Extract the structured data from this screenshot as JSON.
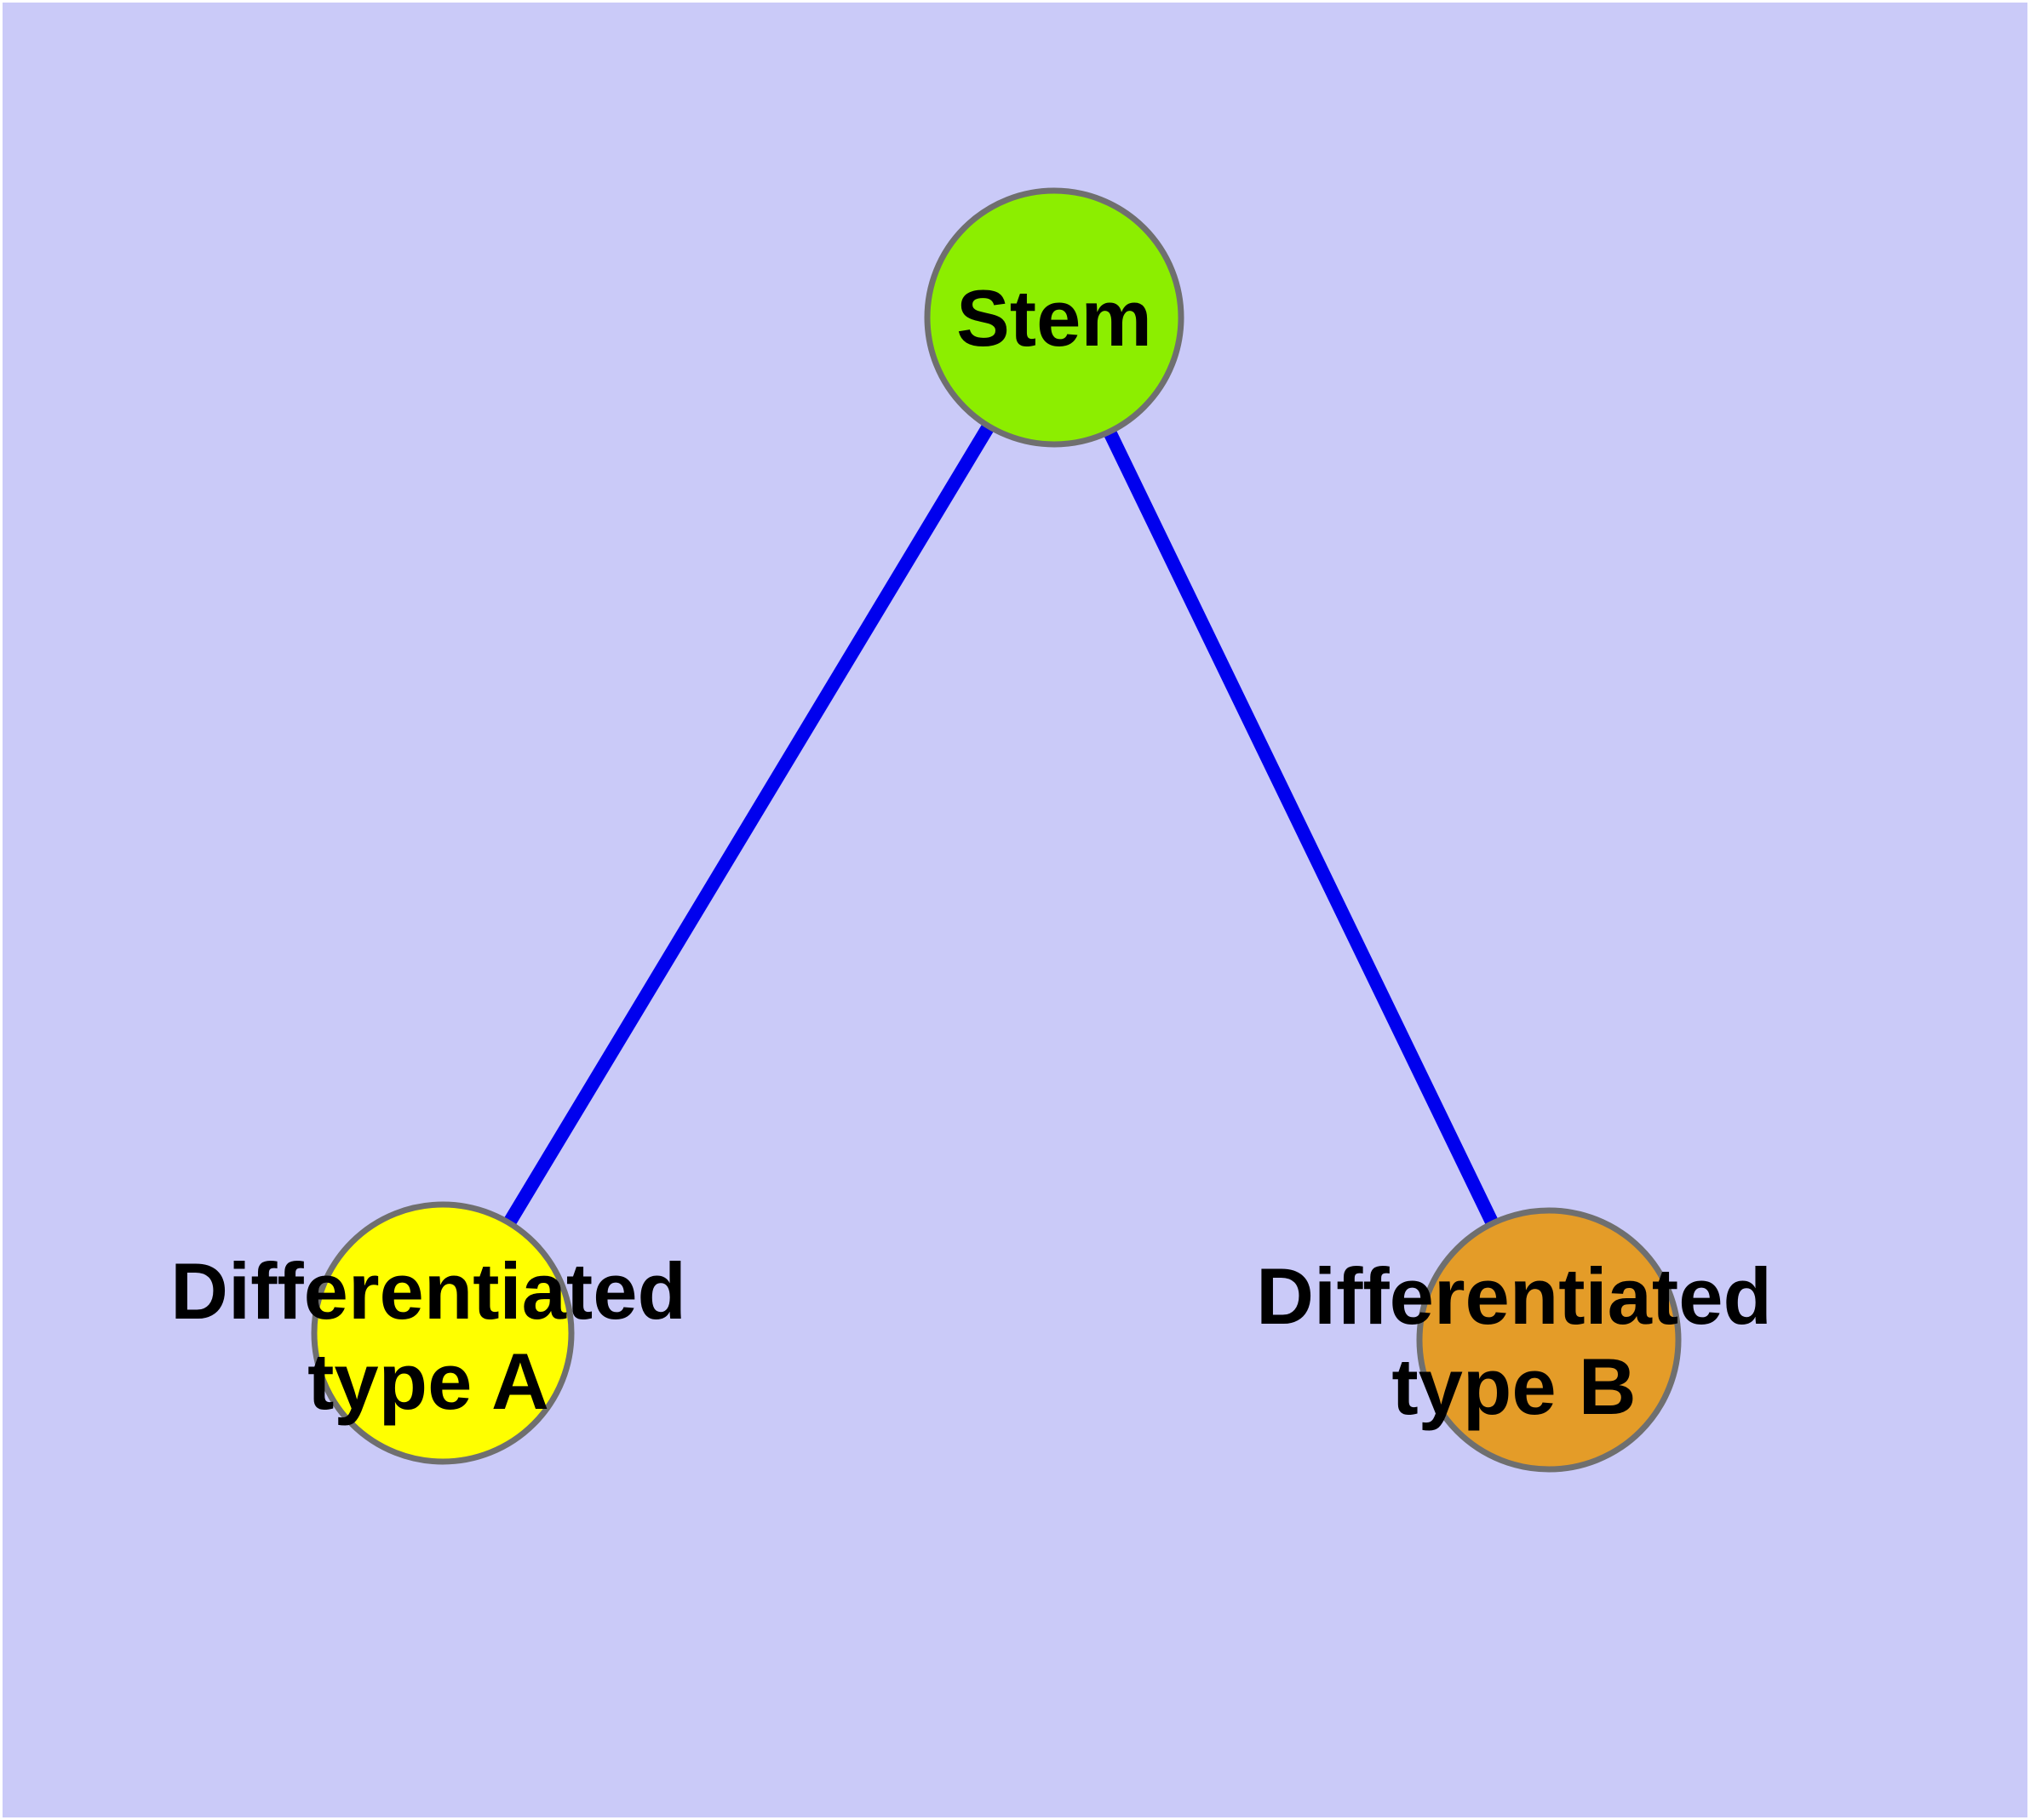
{
  "diagram": {
    "background_color": "#cacaf8",
    "frame_color": "#ffffff",
    "edge_color": "#0000ee",
    "node_border_color": "#6f6f6f",
    "label_color": "#000000",
    "nodes": [
      {
        "id": "stem",
        "label": "Stem",
        "fill": "#8cee00"
      },
      {
        "id": "differentiated-type-a",
        "label_line1": "Differentiated",
        "label_line2": "type A",
        "fill": "#ffff00"
      },
      {
        "id": "differentiated-type-b",
        "label_line1": "Differentiated",
        "label_line2": "type B",
        "fill": "#e49c28"
      }
    ],
    "edges": [
      {
        "from": "Stem",
        "to": "Differentiated type A"
      },
      {
        "from": "Stem",
        "to": "Differentiated type B"
      }
    ]
  }
}
